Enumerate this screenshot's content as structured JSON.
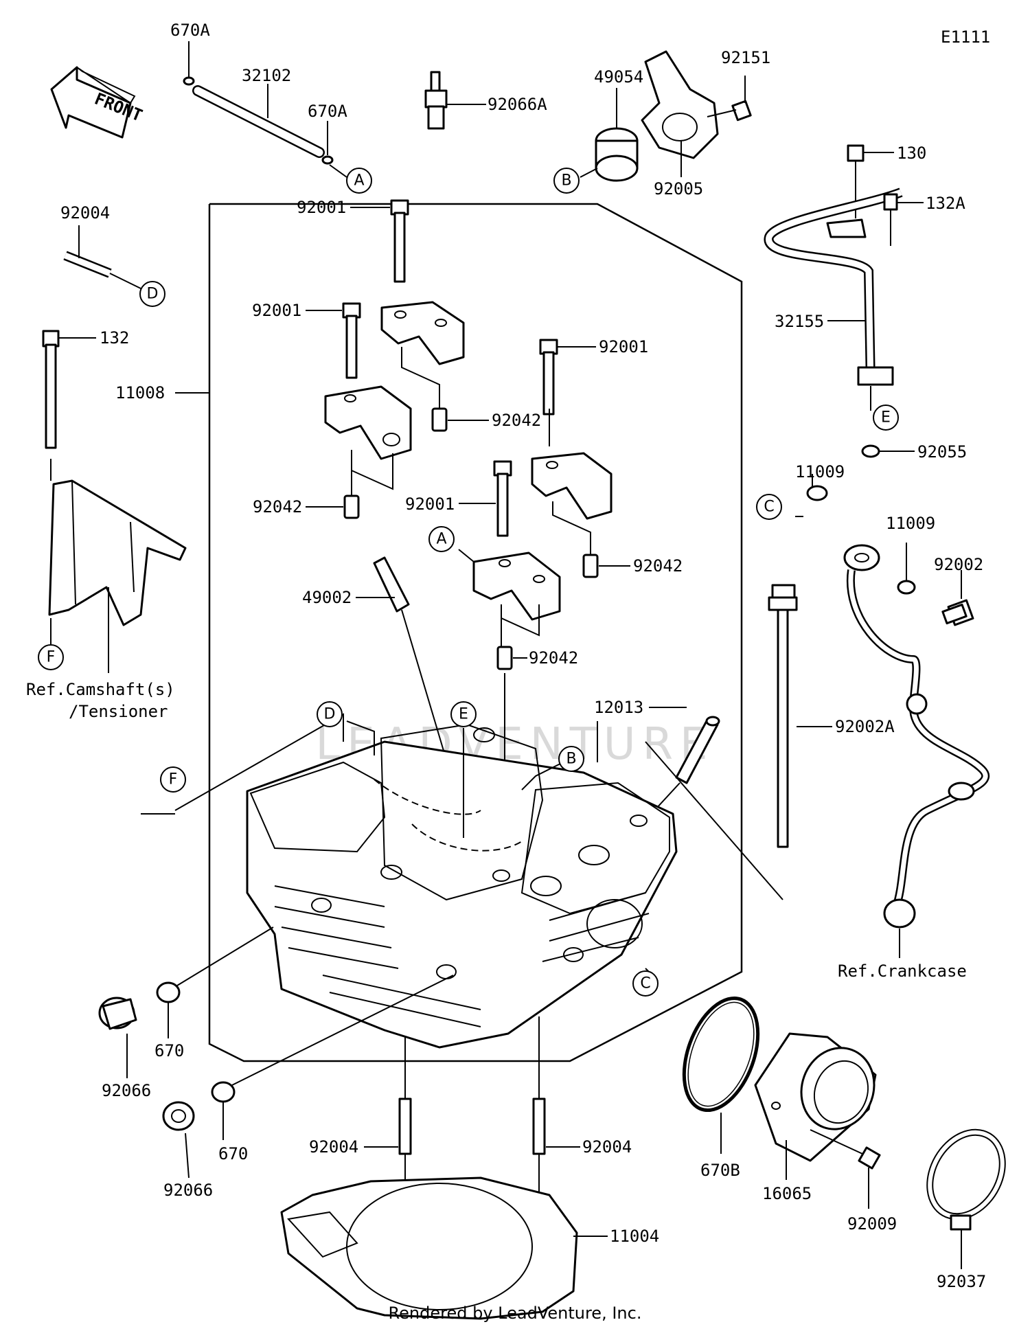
{
  "diagram_code": "E1111",
  "front_label": "FRONT",
  "watermark": "LEADVENTURE",
  "footer": "Rendered by LeadVenture, Inc.",
  "parts": {
    "p670A_top": "670A",
    "p32102": "32102",
    "p670A_mid": "670A",
    "p92066A": "92066A",
    "p49054": "49054",
    "p92151": "92151",
    "p92005": "92005",
    "p130": "130",
    "p132A": "132A",
    "p32155": "32155",
    "p92055": "92055",
    "p92004_left": "92004",
    "p132": "132",
    "p11008": "11008",
    "p92001_a": "92001",
    "p92001_b": "92001",
    "p92001_c": "92001",
    "p92001_d": "92001",
    "p92042_a": "92042",
    "p92042_b": "92042",
    "p92042_c": "92042",
    "p92042_d": "92042",
    "p49002": "49002",
    "p12013": "12013",
    "p11009_a": "11009",
    "p11009_b": "11009",
    "p92002": "92002",
    "p92002A": "92002A",
    "p670_a": "670",
    "p670_b": "670",
    "p92066_a": "92066",
    "p92066_b": "92066",
    "p92004_a": "92004",
    "p92004_b": "92004",
    "p11004": "11004",
    "p670B": "670B",
    "p16065": "16065",
    "p92009": "92009",
    "p92037": "92037"
  },
  "callouts": {
    "A": "A",
    "B": "B",
    "C": "C",
    "D": "D",
    "E": "E",
    "F": "F"
  },
  "references": {
    "camshaft_line1": "Ref.Camshaft(s)",
    "camshaft_line2": "/Tensioner",
    "crankcase": "Ref.Crankcase"
  }
}
